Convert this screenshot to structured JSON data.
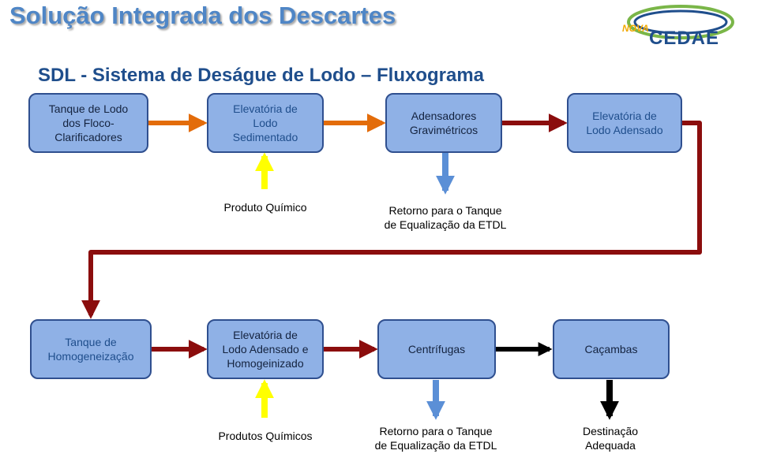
{
  "title": "Solução Integrada dos Descartes",
  "subtitle": "SDL - Sistema de Deságue de Lodo – Fluxograma",
  "logo": {
    "top_text": "NOVA",
    "main_text": "CEDAE"
  },
  "row1": [
    "Tanque de Lodo\ndos Floco-\nClarificadores",
    "Elevatória de\nLodo\nSedimentado",
    "Adensadores\nGravimétricos",
    "Elevatória de\nLodo Adensado"
  ],
  "row1_labels": {
    "chemical": "Produto Químico",
    "return": "Retorno para o Tanque\nde Equalização da ETDL"
  },
  "row2": [
    "Tanque de\nHomogeneização",
    "Elevatória de\nLodo Adensado e\nHomogeinizado",
    "Centrífugas",
    "Caçambas"
  ],
  "row2_labels": {
    "chemicals": "Produtos Químicos",
    "return": "Retorno para o Tanque\nde Equalização da ETDL",
    "destination": "Destinação\nAdequada"
  },
  "colors": {
    "orange_arrow": "#e36c0a",
    "darkred_arrow": "#8b0d0d",
    "yellow_arrow": "#ffff00",
    "blue_arrow": "#5b8fd6",
    "black_arrow": "#000000",
    "box_fill": "#8fb1e6"
  }
}
